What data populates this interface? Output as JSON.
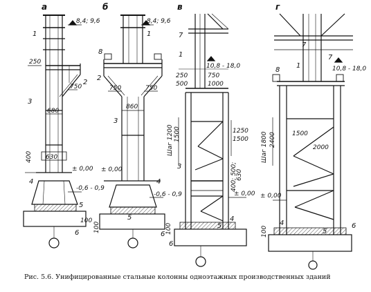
{
  "caption": {
    "prefix": "Рис. 5.6.",
    "text": "Унифицированные стальные колонны одноэтажных производственных зданий"
  },
  "panels": {
    "a": {
      "letter": "а",
      "elev_top": "8,4; 9,6",
      "dim_250": "250",
      "dim_750": "750",
      "dim_680": "680",
      "dim_400": "400",
      "dim_630": "630",
      "elev_zero": "± 0,00",
      "elev_base": "-0,6 - 0,9",
      "dim_100": "100",
      "n1": "1",
      "n2": "2",
      "n3": "3",
      "n4": "4",
      "n5": "5",
      "n6": "6"
    },
    "b": {
      "letter": "б",
      "elev_top": "8,4; 9,6",
      "dim_750a": "750",
      "dim_750b": "750",
      "dim_860": "860",
      "elev_zero": "± 0,00",
      "elev_base": "-0,6 - 0,9",
      "dim_100": "100",
      "n1": "1",
      "n2": "2",
      "n3": "3",
      "n4": "4",
      "n5": "5",
      "n6": "6",
      "n8": "8"
    },
    "v": {
      "letter": "в",
      "elev_top": "10,8 - 18,0",
      "dim_250": "250",
      "dim_750": "750",
      "dim_500": "500",
      "dim_1000": "1000",
      "step": "Шаг 1200",
      "dim_1500a": "1500",
      "dim_1250": "1250",
      "dim_1500b": "1500",
      "dim_400": "400; 500;",
      "dim_630": "630",
      "elev_zero": "± 0,00",
      "dim_100": "100",
      "n1": "1",
      "n3": "3",
      "n4": "4",
      "n5": "5",
      "n6": "6",
      "n7": "7"
    },
    "g": {
      "letter": "г",
      "elev_top": "10,8 - 18,0",
      "step": "Шаг 1800",
      "dim_2400": "2400",
      "dim_1500": "1500",
      "dim_2000": "2000",
      "elev_zero": "± 0,00",
      "dim_100": "100",
      "n1": "1",
      "n4": "4",
      "n5": "5",
      "n6": "6",
      "n7a": "7",
      "n7b": "7",
      "n8": "8"
    }
  }
}
